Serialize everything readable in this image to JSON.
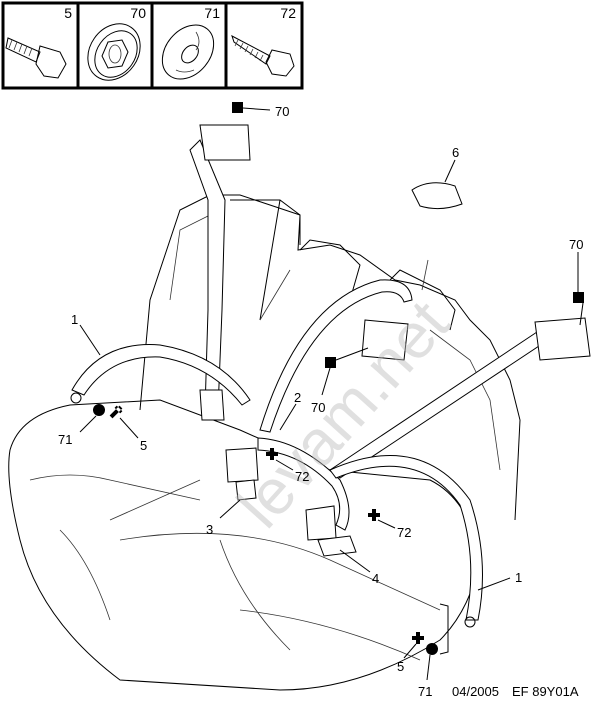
{
  "parts_legend": [
    {
      "number": "5",
      "icon": "hex-bolt-icon"
    },
    {
      "number": "70",
      "icon": "cage-nut-icon"
    },
    {
      "number": "71",
      "icon": "washer-icon"
    },
    {
      "number": "72",
      "icon": "flange-screw-icon"
    }
  ],
  "callouts": {
    "anchor_top_left": "70",
    "cover": "6",
    "anchor_right": "70",
    "belt_left": "1",
    "anchor_center": "70",
    "belt_center": "2",
    "washer_left": "71",
    "bolt_left": "5",
    "screw_center": "72",
    "buckle_left": "3",
    "screw_right": "72",
    "buckle_right": "4",
    "belt_right": "1",
    "bolt_right": "5",
    "washer_right": "71"
  },
  "footer": {
    "date": "04/2005",
    "code": "EF 89Y01A"
  },
  "watermark": "levam.net"
}
